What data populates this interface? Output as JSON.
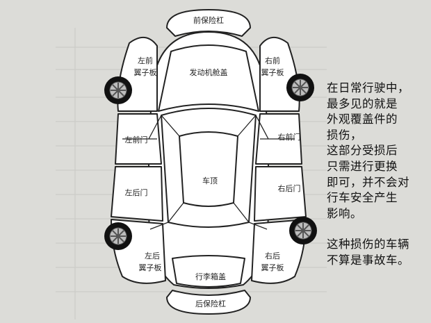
{
  "parts": {
    "front_bumper": "前保险杠",
    "rear_bumper": "后保险杠",
    "hood": "发动机舱盖",
    "roof": "车顶",
    "trunk": "行李箱盖",
    "left_front_fender_1": "左前",
    "left_front_fender_2": "翼子板",
    "right_front_fender_1": "右前",
    "right_front_fender_2": "翼子板",
    "left_rear_fender_1": "左后",
    "left_rear_fender_2": "翼子板",
    "right_rear_fender_1": "右后",
    "right_rear_fender_2": "翼子板",
    "left_front_door": "左前门",
    "left_rear_door": "左后门",
    "right_front_door": "右前门",
    "right_rear_door": "右后门"
  },
  "caption": {
    "lines": [
      "在日常行驶中，",
      "最多见的就是",
      "外观覆盖件的",
      "损伤，",
      "这部分受损后",
      "只需进行更换",
      "即可，并不会对",
      "行车安全产生",
      "影响。"
    ],
    "note_lines": [
      "这种损伤的车辆",
      "不算是事故车。"
    ]
  },
  "colors": {
    "paper": "#dcdcd8",
    "panel": "#ffffff",
    "outline": "#222222",
    "tire": "#111111",
    "rim": "#bdbdbd"
  }
}
